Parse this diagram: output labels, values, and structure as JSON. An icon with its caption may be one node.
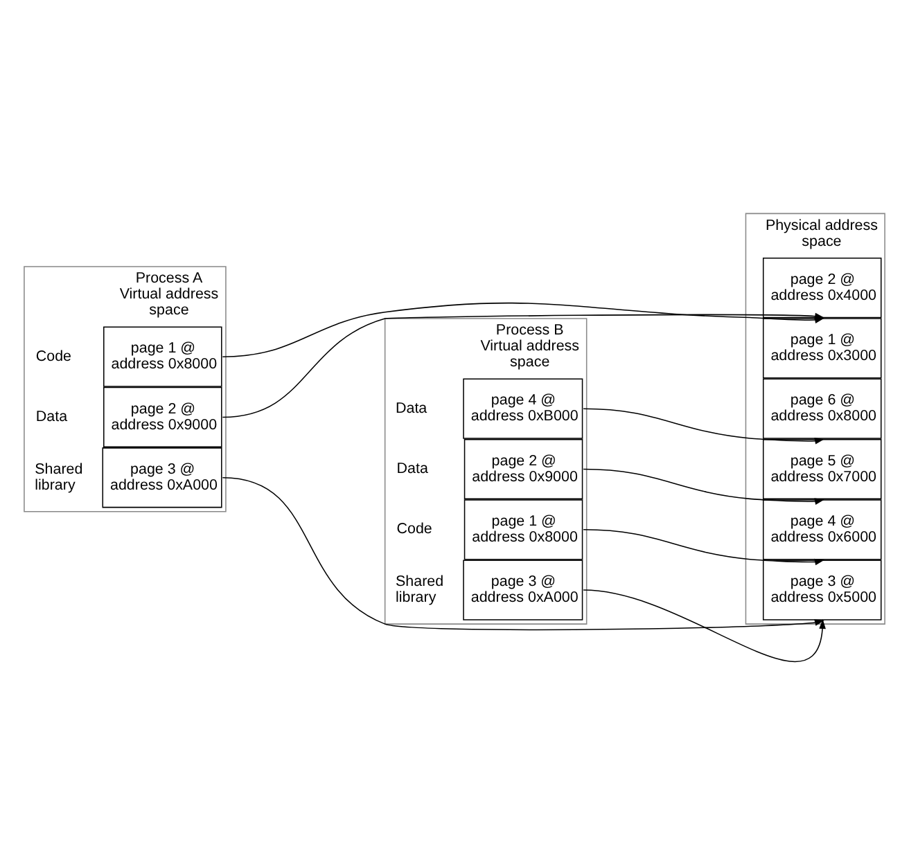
{
  "diagram": {
    "nodes": [
      {
        "text": [
          "Process A Virtual address space"
        ]
      },
      {
        "text": [
          "page 1 @ address 0x8000"
        ],
        "in": 0,
        "beside": [
          "Code"
        ]
      },
      {
        "text": [
          "page 2 @ address 0x9000"
        ],
        "in": 0,
        "beside": [
          "Data"
        ]
      },
      {
        "text": [
          "page 3 @ address 0xA000"
        ],
        "in": 0,
        "beside": [
          "Shared library"
        ]
      },
      {
        "text": [
          "Process B Virtual address space"
        ]
      },
      {
        "text": [
          "page 1 @ address 0x8000"
        ],
        "in": 4,
        "beside": [
          "Code"
        ]
      },
      {
        "text": [
          "page 2 @ address 0x9000"
        ],
        "in": 4,
        "beside": [
          "Data"
        ]
      },
      {
        "text": [
          "page 3 @ address 0xA000"
        ],
        "in": 4,
        "beside": [
          "Shared library"
        ]
      },
      {
        "text": [
          "page 4 @ address 0xB000"
        ],
        "in": 4,
        "beside": [
          "Data"
        ]
      },
      {
        "text": [
          "Physical address space"
        ]
      },
      {
        "text": [
          "page 1 @ address 0x3000"
        ],
        "in": 9
      },
      {
        "text": [
          "page 2 @ address 0x4000"
        ],
        "in": 9
      },
      {
        "text": [
          "page 3 @ address 0x5000"
        ],
        "in": 9
      },
      {
        "text": [
          "page 4 @ address 0x6000"
        ],
        "in": 9
      },
      {
        "text": [
          "page 5 @ address 0x7000"
        ],
        "in": 9
      },
      {
        "text": [
          "page 6 @ address 0x8000"
        ],
        "in": 9
      }
    ],
    "edges": [
      {
        "from": 1,
        "to": 11,
        "arrow": "to"
      },
      {
        "from": 2,
        "to": 10,
        "arrow": "to"
      },
      {
        "from": 3,
        "to": 12,
        "arrow": "to"
      },
      {
        "from": 5,
        "to": 13,
        "arrow": "to"
      },
      {
        "from": 6,
        "to": 14,
        "arrow": "to"
      },
      {
        "from": 7,
        "to": 12,
        "arrow": "to"
      },
      {
        "from": 8,
        "to": 15,
        "arrow": "to"
      }
    ]
  }
}
